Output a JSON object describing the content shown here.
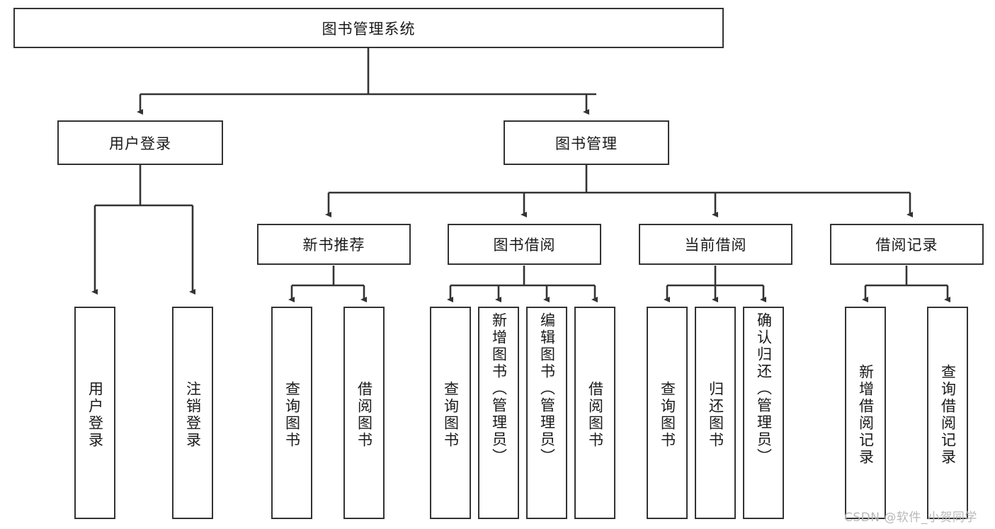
{
  "diagram": {
    "title_node": {
      "label": "图书管理系统"
    },
    "level2": [
      {
        "label": "用户登录"
      },
      {
        "label": "图书管理"
      }
    ],
    "level3": [
      {
        "label": "新书推荐"
      },
      {
        "label": "图书借阅"
      },
      {
        "label": "当前借阅"
      },
      {
        "label": "借阅记录"
      }
    ],
    "leaves": {
      "user_login": [
        {
          "label": "用户登录"
        },
        {
          "label": "注销登录"
        }
      ],
      "new_book_recommend": [
        {
          "label": "查询图书"
        },
        {
          "label": "借阅图书"
        }
      ],
      "book_borrow": [
        {
          "label": "查询图书"
        },
        {
          "label": "新增图书（管理员）"
        },
        {
          "label": "编辑图书（管理员）"
        },
        {
          "label": "借阅图书"
        }
      ],
      "current_borrow": [
        {
          "label": "查询图书"
        },
        {
          "label": "归还图书"
        },
        {
          "label": "确认归还（管理员）"
        }
      ],
      "borrow_record": [
        {
          "label": "新增借阅记录"
        },
        {
          "label": "查询借阅记录"
        }
      ]
    }
  },
  "watermark": {
    "text": "CSDN @软件_小贺同学"
  },
  "colors": {
    "border": "#333333",
    "text": "#1a1a1a",
    "background": "#ffffff",
    "watermark": "#b8b8b8"
  }
}
